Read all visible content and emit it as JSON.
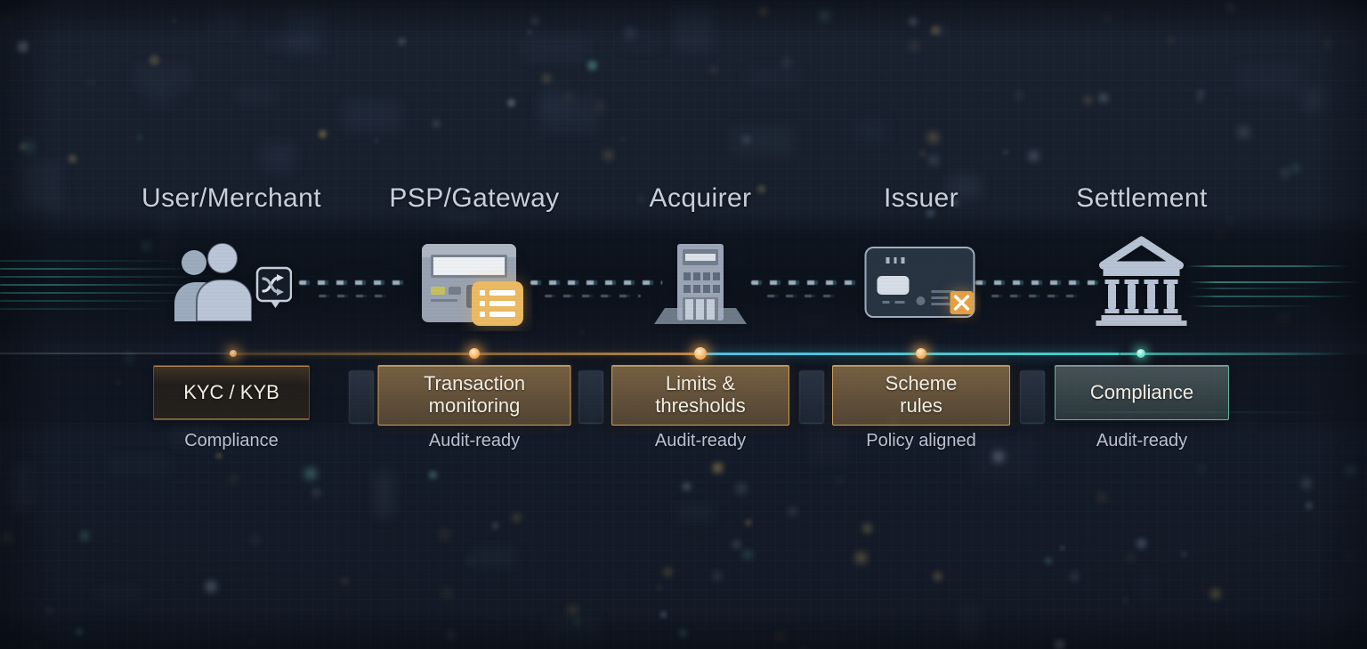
{
  "stages": [
    {
      "title": "User/Merchant",
      "box_label": "KYC / KYB",
      "note": "Compliance",
      "accent": "amber",
      "icon": "users-icon"
    },
    {
      "title": "PSP/Gateway",
      "box_label": "Transaction\nmonitoring",
      "note": "Audit-ready",
      "accent": "amber",
      "icon": "pos-terminal-icon"
    },
    {
      "title": "Acquirer",
      "box_label": "Limits &\nthresholds",
      "note": "Audit-ready",
      "accent": "amber",
      "icon": "acquirer-building-icon"
    },
    {
      "title": "Issuer",
      "box_label": "Scheme\nrules",
      "note": "Policy aligned",
      "accent": "amber",
      "icon": "credit-card-icon"
    },
    {
      "title": "Settlement",
      "box_label": "Compliance",
      "note": "Audit-ready",
      "accent": "teal",
      "icon": "bank-icon"
    }
  ],
  "timeline": {
    "node_colors": [
      "amber",
      "amber",
      "amber",
      "amber",
      "teal"
    ]
  },
  "colors": {
    "background": "#161e2b",
    "title_text": "#c8d0dd",
    "note_text": "#b9c3d3",
    "box_text": "#f3efe4",
    "amber_accent": "#d8a85e",
    "teal_accent": "#5ddcc0",
    "line_amber": "#b07f3e",
    "line_cyan": "#4fc0e8",
    "icon_tint": "#b7c2d4",
    "badge_gold": "#ecba62"
  }
}
